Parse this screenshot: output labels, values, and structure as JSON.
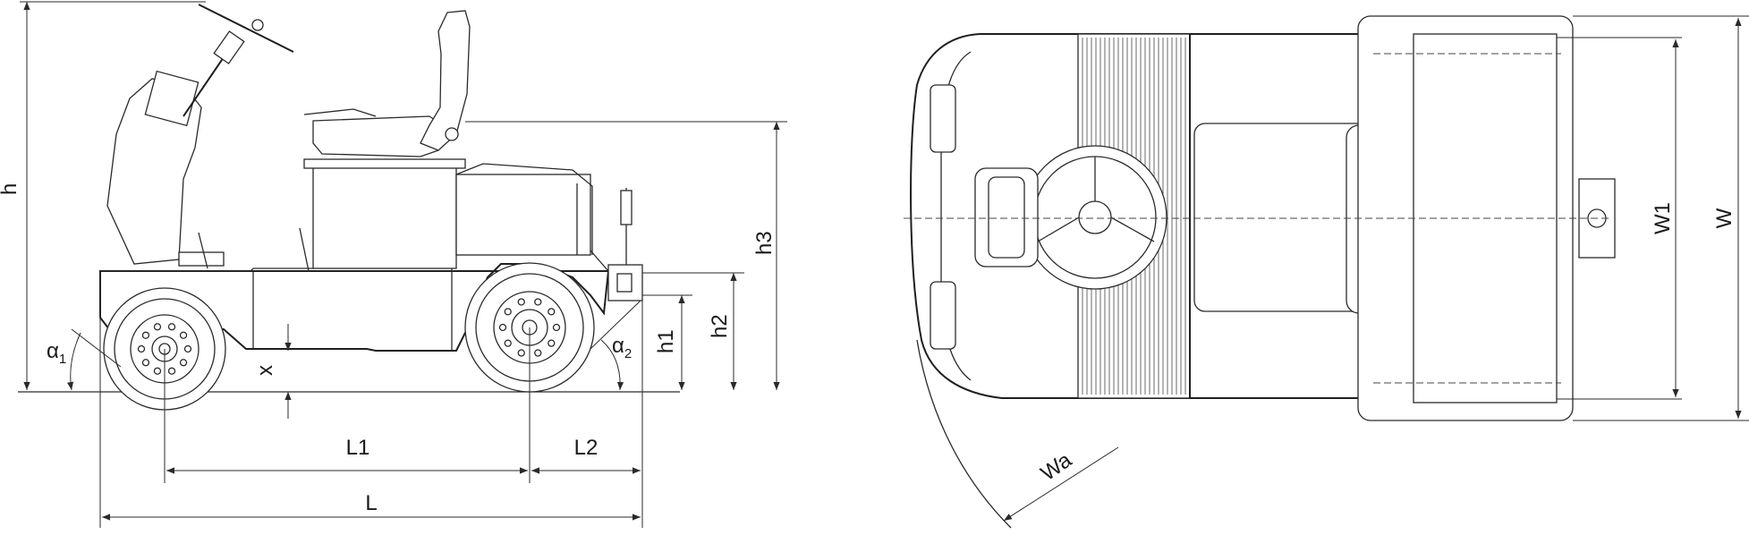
{
  "side_view": {
    "labels": {
      "h": "h",
      "h1": "h1",
      "h2": "h2",
      "h3": "h3",
      "x": "x",
      "L": "L",
      "L1": "L1",
      "L2": "L2",
      "alpha1": "α",
      "alpha1_sub": "1",
      "alpha2": "α",
      "alpha2_sub": "2"
    }
  },
  "top_view": {
    "labels": {
      "W": "W",
      "W1": "W1",
      "Wa": "Wa"
    }
  },
  "colors": {
    "line": "#2a2a2a",
    "background": "#ffffff"
  }
}
